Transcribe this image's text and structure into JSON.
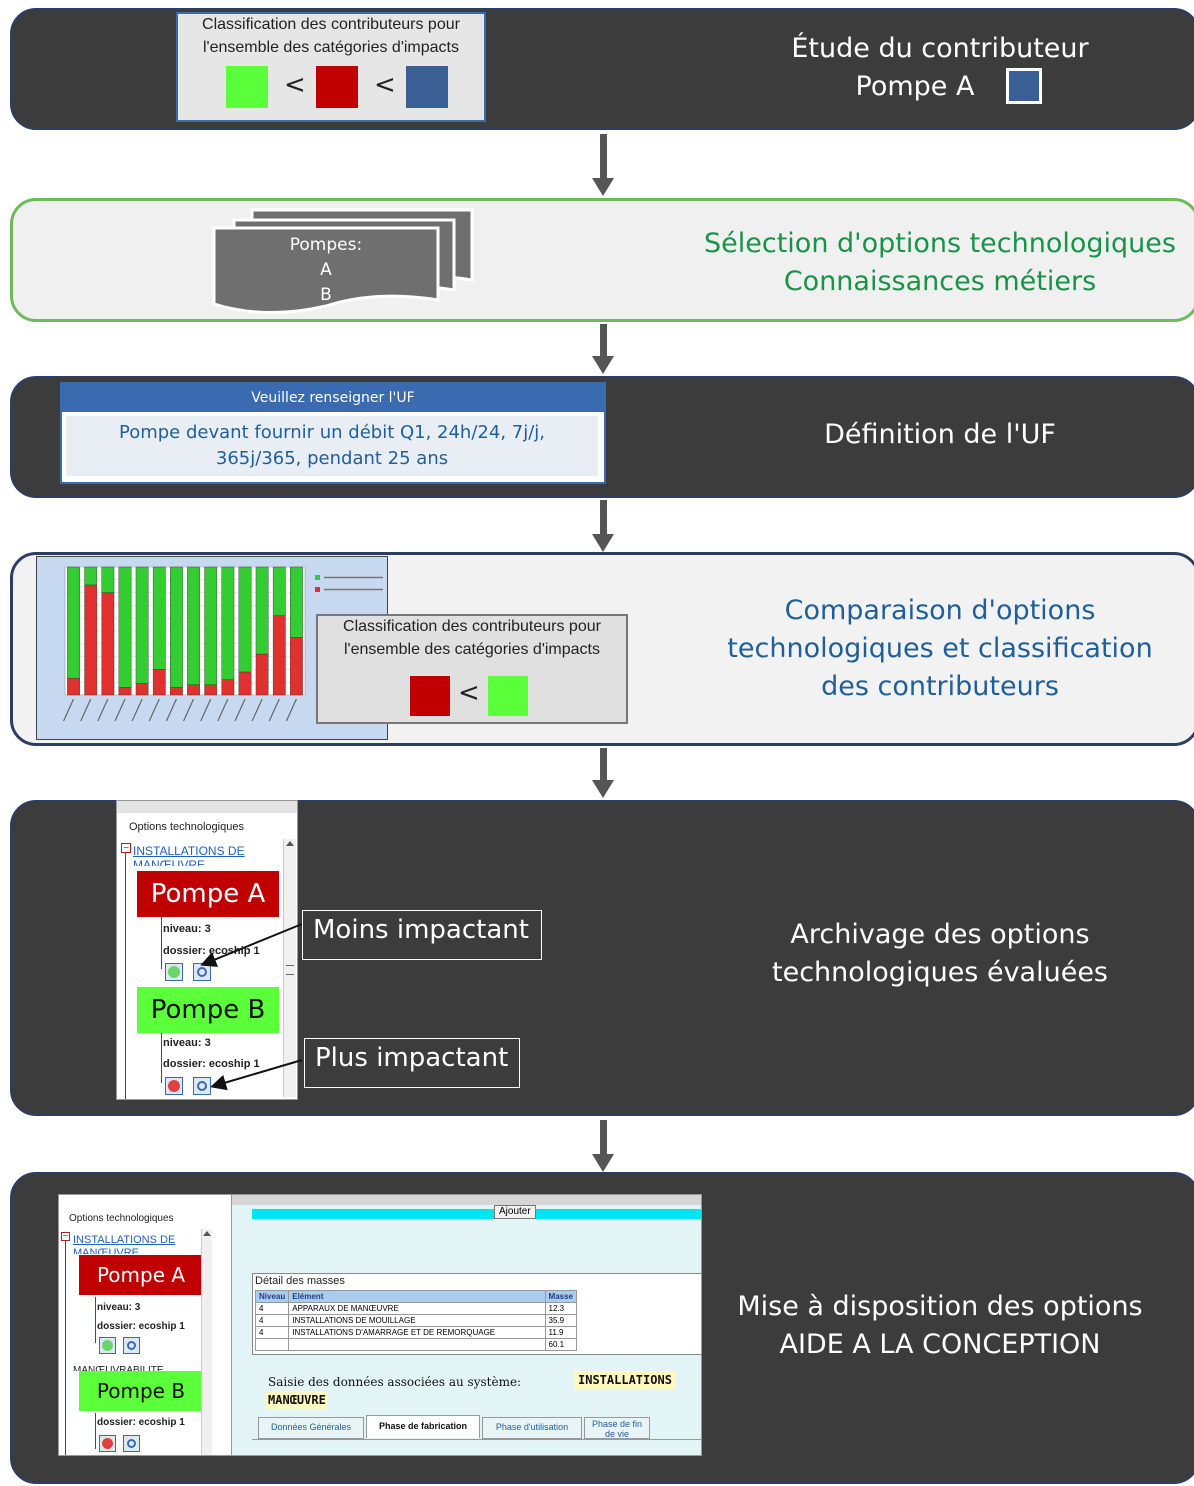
{
  "stage1": {
    "legend_title_1": "Classification des contributeurs pour",
    "legend_title_2": "l'ensemble des catégories d'impacts",
    "lt1": "<",
    "lt2": "<",
    "colors": [
      "#5bff3a",
      "#c00000",
      "#3a5f94"
    ],
    "title_line1": "Étude du contributeur",
    "title_line2": "Pompe A"
  },
  "stage2": {
    "doc_label": "Pompes:",
    "doc_a": "A",
    "doc_b": "B",
    "title_line1": "Sélection d'options technologiques",
    "title_line2": "Connaissances métiers"
  },
  "stage3": {
    "form_header": "Veuillez renseigner l'UF",
    "form_value_1": "Pompe devant fournir un débit Q1, 24h/24, 7j/j,",
    "form_value_2": "365j/365, pendant 25 ans",
    "title": "Définition de l'UF"
  },
  "stage4": {
    "legend_title_1": "Classification des contributeurs pour",
    "legend_title_2": "l'ensemble des catégories d'impacts",
    "lt": "<",
    "title_line1": "Comparaison d'options",
    "title_line2": "technologiques et classification",
    "title_line3": "des contributeurs"
  },
  "chart_data": {
    "type": "bar",
    "stacked": true,
    "ylim": [
      0,
      100
    ],
    "categories": [
      "1",
      "2",
      "3",
      "4",
      "5",
      "6",
      "7",
      "8",
      "9",
      "10",
      "11",
      "12",
      "13",
      "14"
    ],
    "series": [
      {
        "color": "#e03030",
        "values": [
          13,
          86,
          80,
          6,
          9,
          20,
          6,
          8,
          8,
          12,
          18,
          32,
          62,
          45
        ]
      },
      {
        "color": "#33cc33",
        "values": [
          87,
          14,
          20,
          94,
          91,
          80,
          94,
          92,
          92,
          88,
          82,
          68,
          38,
          55
        ]
      }
    ]
  },
  "stage5": {
    "panel_title": "Options technologiques",
    "tree_root": "INSTALLATIONS DE",
    "tree_root_cut": "MANŒUVRE",
    "pompe_a": "Pompe A",
    "pompe_b": "Pompe B",
    "niveau": "niveau: 3",
    "dossier_a": "dossier: ecoship 1",
    "dossier_b": "dossier: ecoship 1",
    "callout_less": "Moins impactant",
    "callout_more": "Plus impactant",
    "title_line1": "Archivage des options",
    "title_line2": "technologiques évaluées"
  },
  "stage6": {
    "panel_title": "Options technologiques",
    "tree_root": "INSTALLATIONS DE",
    "tree_root_cut": "MANŒUVRE",
    "tree_second_cut": "MANŒUVRABILITÉ",
    "pompe_a": "Pompe A",
    "pompe_b": "Pompe B",
    "niveau": "niveau: 3",
    "dossier_a": "dossier: ecoship 1",
    "dossier_b": "dossier: ecoship 1",
    "ajouter": "Ajouter",
    "mass_title": "Détail des masses",
    "mass_headers": [
      "Niveau",
      "Elément",
      "Masse"
    ],
    "mass_rows": [
      [
        "4",
        "APPARAUX DE MANŒUVRE",
        "12.3"
      ],
      [
        "4",
        "INSTALLATIONS DE MOUILLAGE",
        "35.9"
      ],
      [
        "4",
        "INSTALLATIONS D'AMARRAGE ET DE REMORQUAGE",
        "11.9"
      ],
      [
        "",
        "",
        "60.1"
      ]
    ],
    "saisie_label": "Saisie des données associées au système:",
    "saisie_value_1": "INSTALLATIONS",
    "saisie_value_2": "MANŒUVRE",
    "tabs": [
      "Données Générales",
      "Phase de fabrication",
      "Phase d'utilisation",
      "Phase de fin de vie"
    ],
    "title_line1": "Mise à disposition des options",
    "title_line2": "AIDE A LA CONCEPTION"
  }
}
